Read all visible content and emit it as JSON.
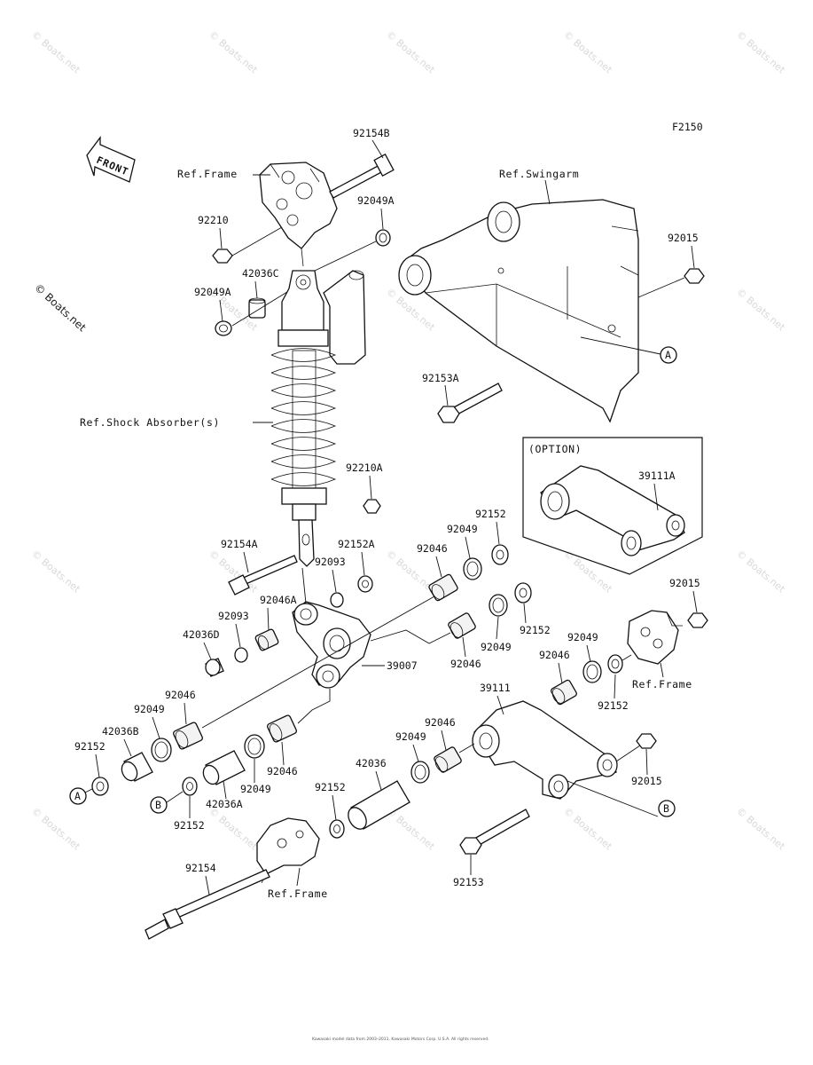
{
  "figure_code": "F2150",
  "front_label": "FRONT",
  "watermark": "© Boats.net",
  "refs": {
    "frame_top": "Ref.Frame",
    "swingarm": "Ref.Swingarm",
    "shock": "Ref.Shock Absorber(s)",
    "frame_right": "Ref.Frame",
    "frame_bottom": "Ref.Frame"
  },
  "option_label": "(OPTION)",
  "callouts": {
    "a": "A",
    "b": "B"
  },
  "parts": {
    "p92154B": "92154B",
    "p92049A_top": "92049A",
    "p92210": "92210",
    "p42036C": "42036C",
    "p92049A_left": "92049A",
    "p92015_top": "92015",
    "p92153A": "92153A",
    "p92210A": "92210A",
    "p39111A": "39111A",
    "p92152_r1": "92152",
    "p92049_r1": "92049",
    "p92046_r1": "92046",
    "p92154A": "92154A",
    "p92152A": "92152A",
    "p92093_a": "92093",
    "p92046A": "92046A",
    "p92093_b": "92093",
    "p42036D": "42036D",
    "p92015_mid": "92015",
    "p92152_r2": "92152",
    "p92049_r2": "92049",
    "p92046_r2": "92046",
    "p39007": "39007",
    "p92049_r3": "92049",
    "p92046_r3": "92046",
    "p92152_r3": "92152",
    "p92046_l": "92046",
    "p92049_l": "92049",
    "p42036B": "42036B",
    "p92152_l": "92152",
    "p39111": "39111",
    "p92046_c": "92046",
    "p92049_c": "92049",
    "p92046_c2": "92046",
    "p92049_c2": "92049",
    "p42036A": "42036A",
    "p92152_c": "92152",
    "p42036": "42036",
    "p92152_c2": "92152",
    "p92015_bot": "92015",
    "p92154": "92154",
    "p92153": "92153"
  },
  "footer": "Kawasaki model data from 2003–2011. Kawasaki Motors Corp. U.S.A. All rights reserved."
}
